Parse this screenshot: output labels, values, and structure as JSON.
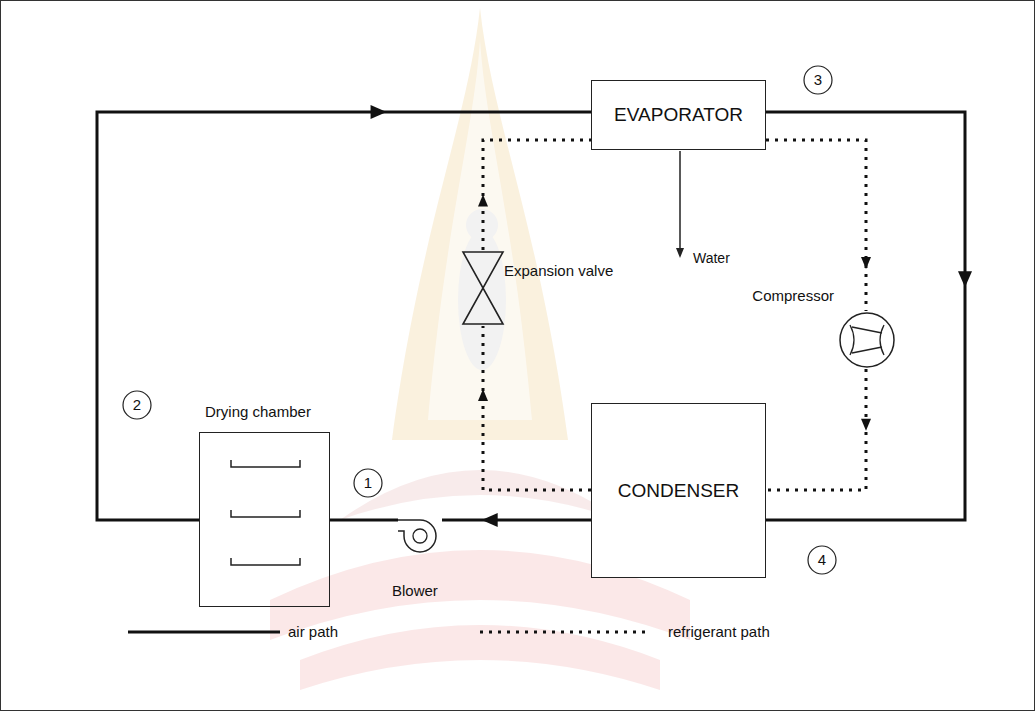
{
  "diagram": {
    "nodes": [
      {
        "text": [
          "3"
        ]
      },
      {
        "text": [
          "EVAPORATOR"
        ]
      },
      {
        "text": [
          "Expansion valve"
        ]
      },
      {
        "text": [
          "Compressor"
        ]
      },
      {
        "text": [
          "2"
        ]
      },
      {
        "text": [
          "Drying chamber"
        ]
      },
      {
        "text": [
          "1"
        ]
      },
      {
        "text": [
          "CONDENSER"
        ]
      },
      {
        "text": [
          "Blower"
        ]
      },
      {
        "text": [
          "4"
        ]
      }
    ],
    "edges": [
      {
        "from": 5,
        "to": 1,
        "arrow": "to"
      },
      {
        "from": 1,
        "to": 7,
        "arrow": "to"
      },
      {
        "from": 7,
        "to": 8,
        "arrow": "to"
      },
      {
        "from": 8,
        "to": 5,
        "arrow": "none"
      },
      {
        "from": 1,
        "to": 3,
        "arrow": "to"
      },
      {
        "from": 3,
        "to": 7,
        "arrow": "to"
      },
      {
        "from": 7,
        "to": 2,
        "arrow": "to"
      },
      {
        "from": 2,
        "to": 1,
        "arrow": "to"
      }
    ],
    "labels": [
      "Water"
    ],
    "legend": [
      {
        "text": "air path"
      },
      {
        "text": "refrigerant path"
      }
    ]
  }
}
